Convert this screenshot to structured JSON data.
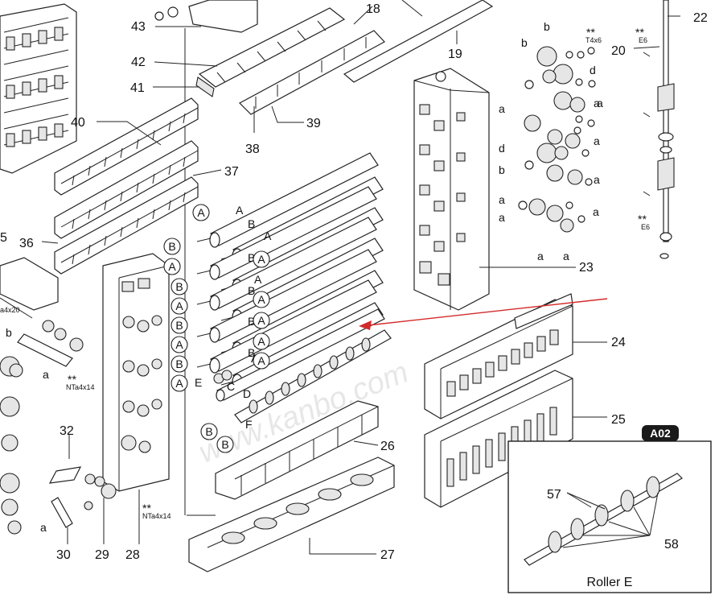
{
  "diagram": {
    "part_numbers": [
      "18",
      "19",
      "20",
      "22",
      "23",
      "24",
      "25",
      "26",
      "27",
      "28",
      "29",
      "30",
      "32",
      "36",
      "37",
      "38",
      "39",
      "40",
      "41",
      "42",
      "43",
      "57",
      "58"
    ],
    "edge_fragments": {
      "left_top": "5",
      "left_mid": "a4x20"
    },
    "roller_letters": [
      "A",
      "B",
      "A",
      "B",
      "A",
      "B",
      "A",
      "B",
      "A",
      "B",
      "A",
      "E",
      "C",
      "D",
      "F"
    ],
    "circled_letters": [
      "A",
      "B",
      "A",
      "B",
      "A",
      "B",
      "A",
      "B",
      "A",
      "B",
      "B",
      "A",
      "A",
      "A",
      "A",
      "A"
    ],
    "gear_letters": [
      "b",
      "b",
      "d",
      "a",
      "a",
      "a",
      "d",
      "a",
      "b",
      "a",
      "a",
      "a",
      "a",
      "a",
      "a"
    ],
    "left_gear_letters": [
      "b",
      "a",
      "a"
    ],
    "fastener_marks": {
      "stars": "**",
      "t4x6": "T4x6",
      "e6_top": "E6",
      "e6_bottom": "E6",
      "nta_left": "NTa4x14",
      "nta_bottom": "NTa4x14"
    },
    "watermark": "www.kanbo.com",
    "inset": {
      "badge": "A02",
      "caption": "Roller E"
    },
    "colors": {
      "pointer_arrow": "#d42a2a",
      "badge_bg": "#1a1a1a",
      "badge_text": "#ffffff"
    }
  }
}
